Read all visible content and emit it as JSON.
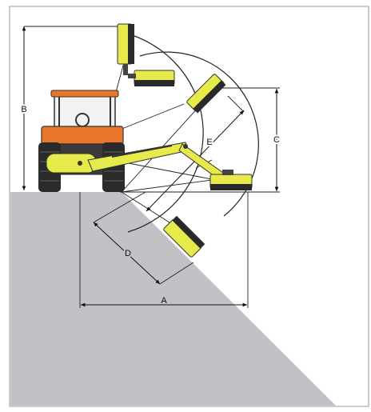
{
  "diagram": {
    "dimension_labels": {
      "a": "A",
      "b": "B",
      "c": "C",
      "d": "D",
      "e": "E"
    },
    "colors": {
      "frame": "#9a9a9a",
      "ground": "#c2c2c6",
      "tractor_orange": "#e8772a",
      "tractor_dark": "#2b2b2b",
      "mower_yellow": "#e6ea4a",
      "mower_dark": "#2a2a2a",
      "line": "#111111"
    },
    "components": [
      "tractor",
      "hydraulic-boom-arm",
      "flail-mower-head"
    ],
    "mower_positions": [
      "vertical-up",
      "horizontal-upper",
      "angled-upper",
      "horizontal-level",
      "angled-slope"
    ]
  }
}
